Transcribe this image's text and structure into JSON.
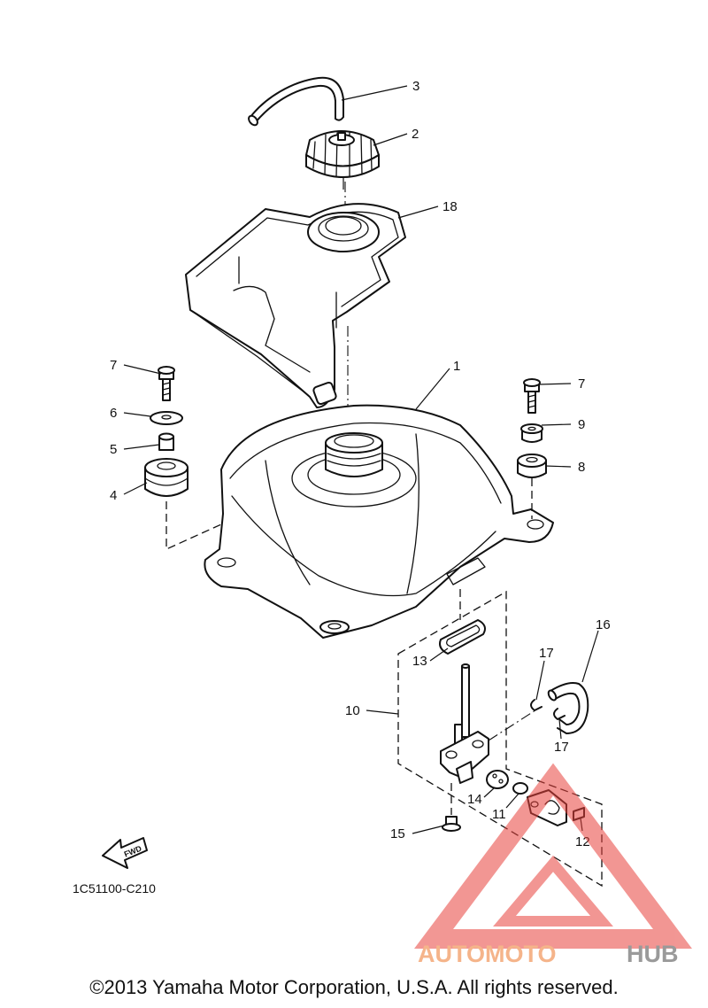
{
  "callouts": [
    "1",
    "2",
    "3",
    "4",
    "5",
    "6",
    "7",
    "7",
    "8",
    "9",
    "10",
    "11",
    "12",
    "13",
    "14",
    "15",
    "16",
    "17",
    "17",
    "18"
  ],
  "fwd_label": "FWD",
  "diagram_code": "1C51100-C210",
  "copyright": "©2013 Yamaha Motor Corporation, U.S.A. All rights reserved.",
  "watermark": {
    "part1": "AUTOMOTO",
    "part2": "HUB",
    "accent": "#e8423c"
  }
}
